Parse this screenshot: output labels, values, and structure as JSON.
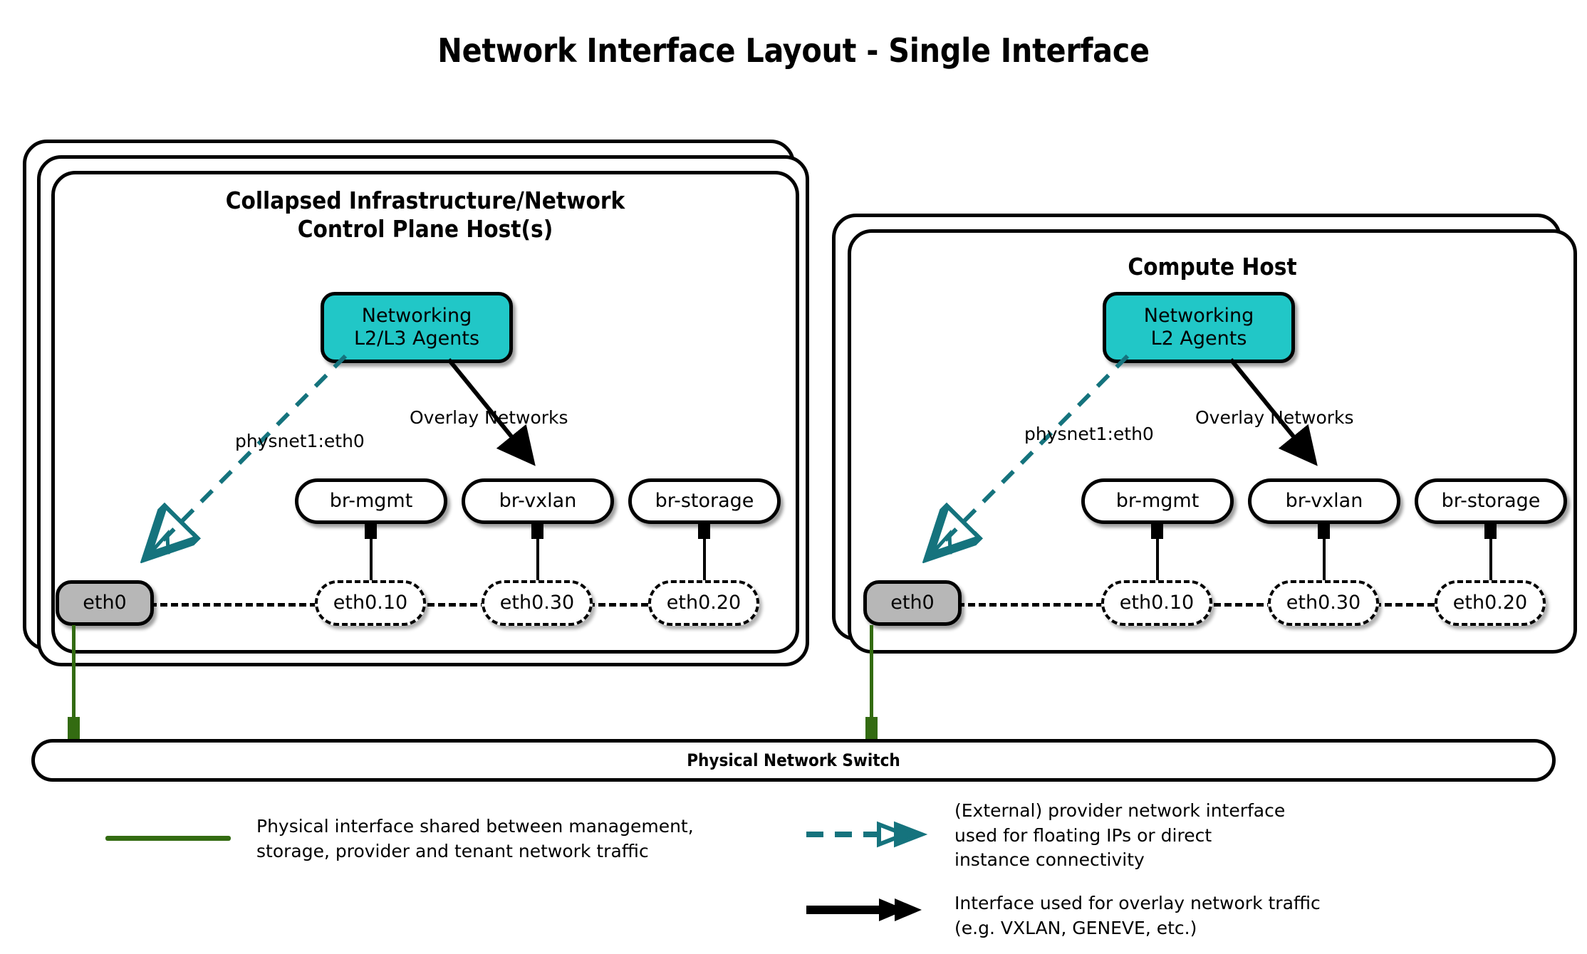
{
  "title": "Network Interface Layout - Single Interface",
  "hosts": [
    {
      "id": "control-plane",
      "title": "Collapsed Infrastructure/Network\nControl Plane Host(s)",
      "stack_count": 3,
      "agent_label": "Networking\nL2/L3 Agents",
      "agent_line1": "Networking",
      "agent_line2": "L2/L3 Agents",
      "provider_label": "physnet1:eth0",
      "overlay_label": "Overlay Networks",
      "physical_interface": "eth0",
      "bridges": [
        {
          "name": "br-mgmt",
          "vlan": "eth0.10"
        },
        {
          "name": "br-vxlan",
          "vlan": "eth0.30"
        },
        {
          "name": "br-storage",
          "vlan": "eth0.20"
        }
      ]
    },
    {
      "id": "compute",
      "title": "Compute Host",
      "stack_count": 2,
      "agent_label": "Networking\nL2 Agents",
      "agent_line1": "Networking",
      "agent_line2": "L2 Agents",
      "provider_label": "physnet1:eth0",
      "overlay_label": "Overlay Networks",
      "physical_interface": "eth0",
      "bridges": [
        {
          "name": "br-mgmt",
          "vlan": "eth0.10"
        },
        {
          "name": "br-vxlan",
          "vlan": "eth0.30"
        },
        {
          "name": "br-storage",
          "vlan": "eth0.20"
        }
      ]
    }
  ],
  "switch": {
    "label": "Physical Network Switch"
  },
  "legend": [
    {
      "id": "physical",
      "marker": "green-solid-line",
      "text": "Physical interface shared between management,\nstorage, provider and tenant network traffic"
    },
    {
      "id": "provider",
      "marker": "teal-dashed-double-arrow",
      "text": "(External) provider network interface\nused for floating IPs or direct\ninstance connectivity"
    },
    {
      "id": "overlay",
      "marker": "black-solid-double-arrow",
      "text": "Interface used for overlay network traffic\n(e.g. VXLAN, GENEVE, etc.)"
    }
  ],
  "colors": {
    "agent_fill": "#21c7c7",
    "physical_green": "#336b11",
    "provider_teal": "#15737d",
    "phys_iface_fill": "#b7b7b7",
    "stroke": "#000000"
  }
}
